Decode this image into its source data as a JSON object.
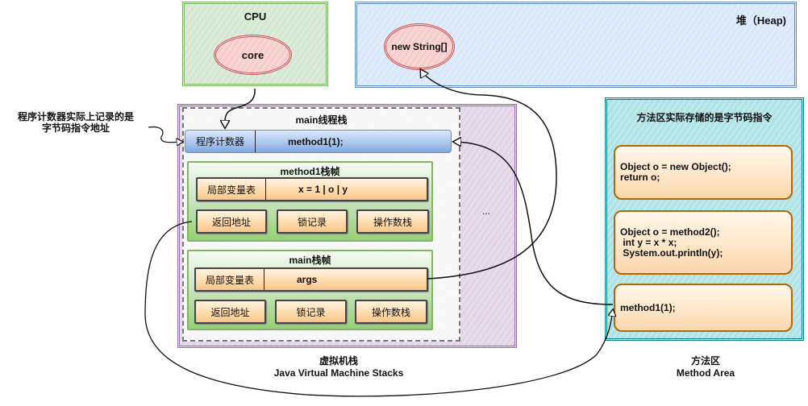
{
  "cpu": {
    "title": "CPU",
    "core": "core"
  },
  "heap": {
    "title": "堆（Heap)",
    "object": "new String[]"
  },
  "pc_note": {
    "line1": "程序计数器实际上记录的是",
    "line2": "字节码指令地址"
  },
  "jvm_stacks": {
    "thread_title": "main线程栈",
    "program_counter": {
      "label": "程序计数器",
      "value": "method1(1);"
    },
    "frames": [
      {
        "title": "method1栈帧",
        "local_var_label": "局部变量表",
        "local_var_value": "x = 1 | o | y",
        "return_address": "返回地址",
        "lock_record": "锁记录",
        "operand_stack": "操作数栈"
      },
      {
        "title": "main栈帧",
        "local_var_label": "局部变量表",
        "local_var_value": "args",
        "return_address": "返回地址",
        "lock_record": "锁记录",
        "operand_stack": "操作数栈"
      }
    ],
    "more": "...",
    "caption_cn": "虚拟机栈",
    "caption_en": "Java Virtual Machine Stacks"
  },
  "method_area": {
    "title": "方法区实际存储的是字节码指令",
    "code_blocks": [
      [
        "Object o = new Object();",
        "return o;"
      ],
      [
        "Object o = method2();",
        " int y = x * x;",
        " System.out.println(y);"
      ],
      [
        "method1(1);"
      ]
    ],
    "caption_cn": "方法区",
    "caption_en": "Method Area"
  }
}
